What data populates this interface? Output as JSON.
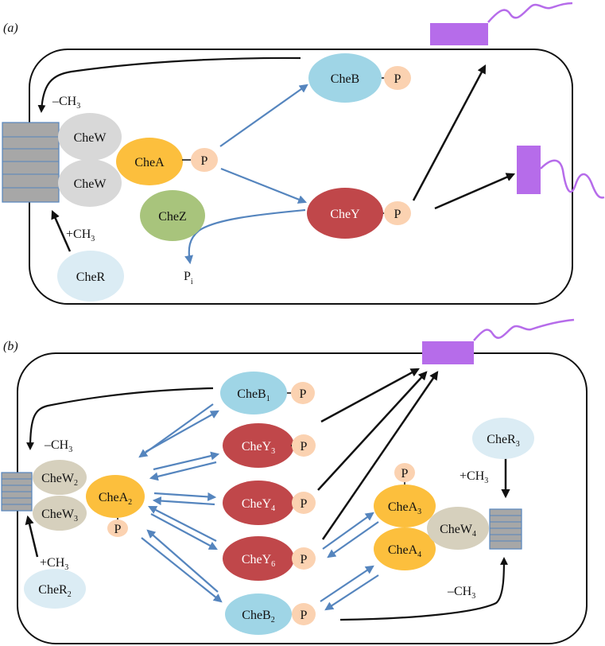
{
  "panels": {
    "a": {
      "label": "(a)"
    },
    "b": {
      "label": "(b)"
    }
  },
  "labels": {
    "p": "P",
    "pi_main": "P",
    "pi_sub": "i",
    "minus_ch": "–CH",
    "plus_ch": "+CH",
    "three": "3"
  },
  "proteins": {
    "cheb": "CheB",
    "chew": "CheW",
    "chea": "CheA",
    "chez": "CheZ",
    "chey": "CheY",
    "cher": "CheR"
  },
  "subscripts": {
    "b1": "1",
    "b2": "2",
    "y3": "3",
    "y4": "4",
    "y6": "6",
    "a2": "2",
    "a3": "3",
    "a4": "4",
    "w2": "2",
    "w3": "3",
    "w4": "4",
    "r2": "2",
    "r3": "3"
  },
  "colors": {
    "cheb": "#9fd5e6",
    "chew": "#d8d8d8",
    "chew_b": "#d6d0bd",
    "chea": "#fcbf3d",
    "chez": "#a8c47c",
    "chey": "#c0474a",
    "cher": "#dbecf4",
    "phospho": "#fbd2b1",
    "motor": "#b66cea",
    "receptor": "#a7a7a7",
    "signal_arrow": "#5585be"
  }
}
